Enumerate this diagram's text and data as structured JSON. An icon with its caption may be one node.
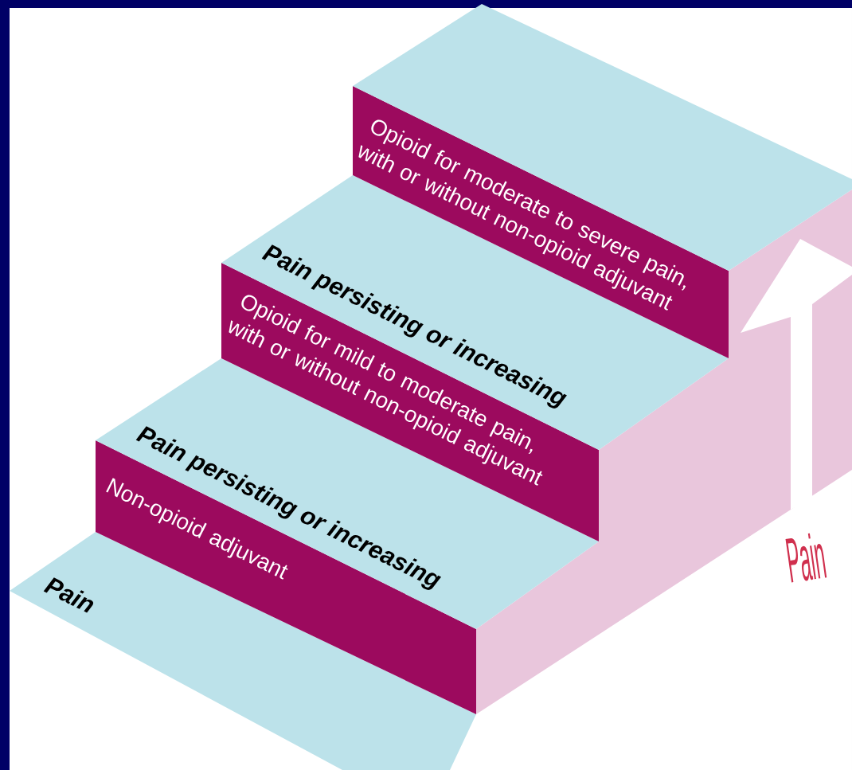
{
  "diagram": {
    "nodes": [
      {
        "text": [
          "Pain"
        ]
      },
      {
        "text": [
          "Non-opioid adjuvant"
        ]
      },
      {
        "text": [
          "Pain persisting or increasing"
        ]
      },
      {
        "text": [
          "Opioid for mild to moderate pain, with or without non-opioid adjuvant"
        ]
      },
      {
        "text": [
          "Pain persisting or increasing"
        ]
      },
      {
        "text": [
          "Opioid for moderate to severe pain, with or without non-opioid adjuvant"
        ]
      },
      {
        "text": [],
        "shape": "box"
      }
    ],
    "labels": [
      "Pain"
    ]
  }
}
